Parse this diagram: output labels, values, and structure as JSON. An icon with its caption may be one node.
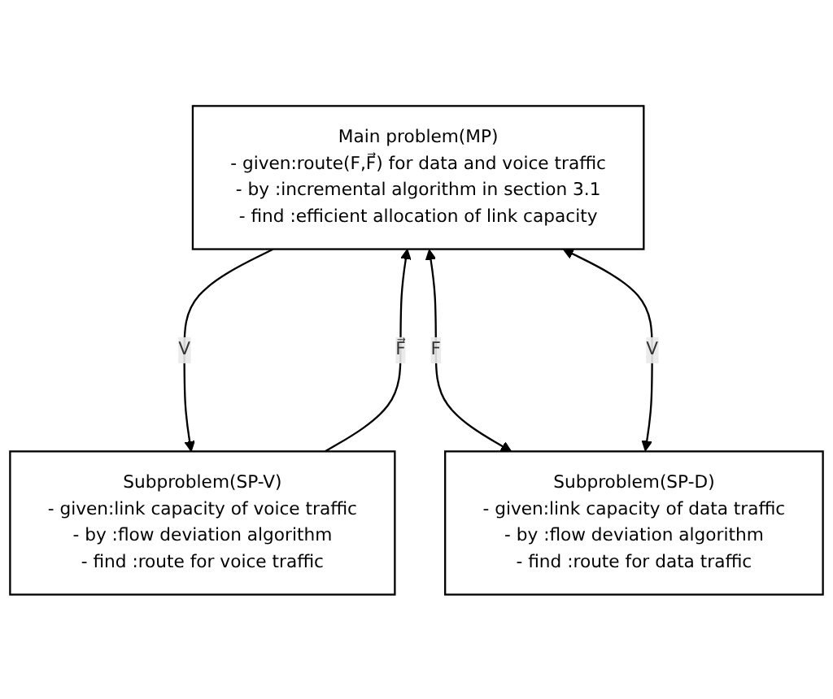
{
  "diagram": {
    "nodes": [
      {
        "text": [
          "Main problem(MP)",
          "- given:route(F,F⃗) for data and voice traffic",
          "- by :incremental algorithm in section 3.1",
          "- find :efficient allocation of link capacity"
        ]
      },
      {
        "text": [
          "Subproblem(SP-V)",
          "- given:link capacity of voice traffic",
          "- by :flow deviation algorithm",
          "- find :route for voice traffic"
        ]
      },
      {
        "text": [
          "Subproblem(SP-D)",
          "- given:link capacity of data traffic",
          "- by :flow deviation algorithm",
          "- find :route for data traffic"
        ]
      }
    ],
    "edges": [
      {
        "from": 0,
        "to": 1,
        "arrow": "to",
        "label": "V"
      },
      {
        "from": 1,
        "to": 0,
        "arrow": "to",
        "label": "F⃗"
      },
      {
        "from": 0,
        "to": 2,
        "arrow": "both",
        "label": "F"
      },
      {
        "from": 2,
        "to": 0,
        "arrow": "both",
        "label": "V"
      }
    ]
  }
}
